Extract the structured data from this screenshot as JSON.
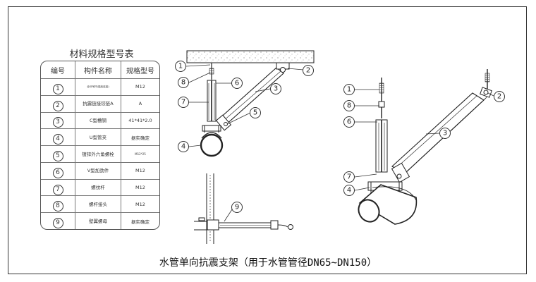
{
  "table": {
    "title": "材料规格型号表",
    "headers": [
      "编号",
      "构件名称",
      "规格型号"
    ],
    "rows": [
      {
        "no": "1",
        "name": "全牙吊杆(锚栓连接)",
        "spec": "M12"
      },
      {
        "no": "2",
        "name": "抗震链接铰链A",
        "spec": "A"
      },
      {
        "no": "3",
        "name": "C型槽钢",
        "spec": "41*41*2.0"
      },
      {
        "no": "4",
        "name": "U型管夹",
        "spec": "据实确定"
      },
      {
        "no": "5",
        "name": "镀锌外六角螺栓",
        "spec": "M12*25"
      },
      {
        "no": "6",
        "name": "V型加劲件",
        "spec": "M12"
      },
      {
        "no": "7",
        "name": "螺纹杆",
        "spec": "M12"
      },
      {
        "no": "8",
        "name": "螺杆接头",
        "spec": "M12"
      },
      {
        "no": "9",
        "name": "壁翼螺母",
        "spec": "据实确定"
      }
    ]
  },
  "callouts": [
    "1",
    "2",
    "3",
    "4",
    "5",
    "6",
    "7",
    "8",
    "9"
  ],
  "caption": "水管单向抗震支架（用于水管管径DN65~DN150）"
}
